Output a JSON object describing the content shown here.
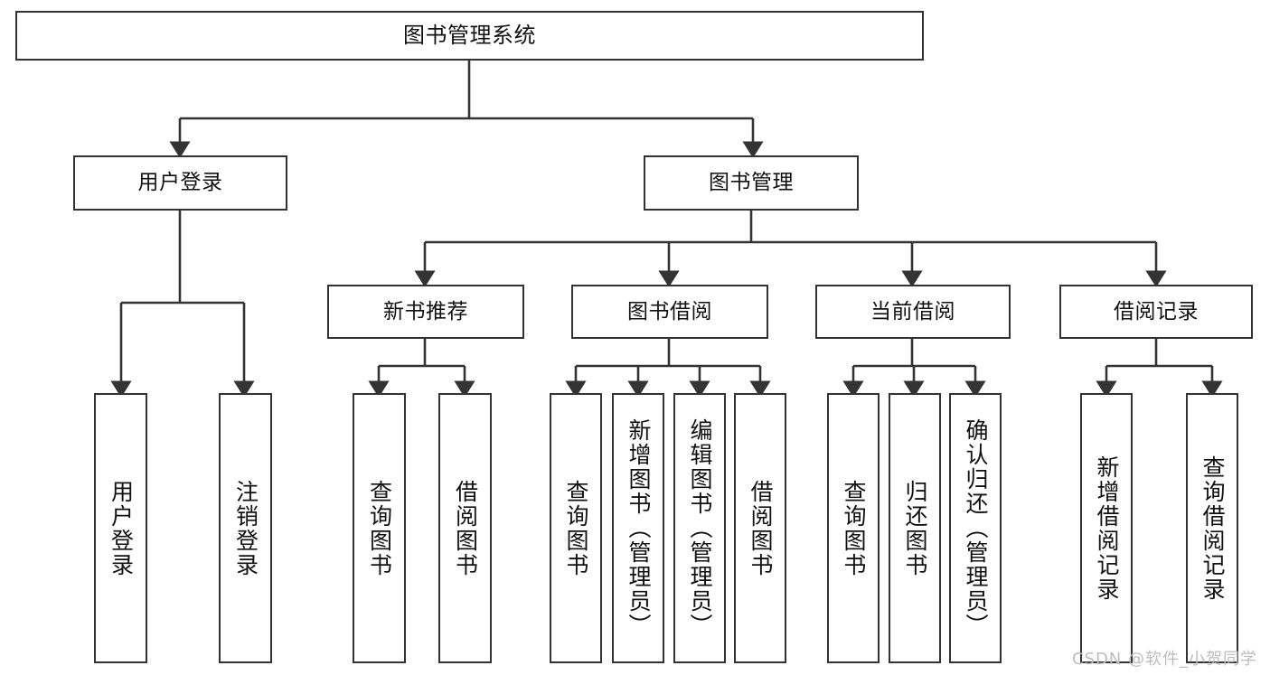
{
  "diagram": {
    "title": "图书管理系统",
    "type": "hierarchy-tree",
    "stroke_color": "#333333",
    "background_color": "#ffffff",
    "root": {
      "id": "root",
      "label": "图书管理系统"
    },
    "level2": [
      {
        "id": "user-login",
        "label": "用户登录"
      },
      {
        "id": "book-manage",
        "label": "图书管理"
      }
    ],
    "level3": [
      {
        "id": "new-book-rec",
        "label": "新书推荐"
      },
      {
        "id": "book-borrow",
        "label": "图书借阅"
      },
      {
        "id": "current-borrow",
        "label": "当前借阅"
      },
      {
        "id": "borrow-record",
        "label": "借阅记录"
      }
    ],
    "leaves": {
      "user_login": [
        {
          "id": "leaf-user-login",
          "label": "用户登录"
        },
        {
          "id": "leaf-logout",
          "label": "注销登录"
        }
      ],
      "new_book_rec": [
        {
          "id": "leaf-query-book-1",
          "label": "查询图书"
        },
        {
          "id": "leaf-borrow-book-1",
          "label": "借阅图书"
        }
      ],
      "book_borrow": [
        {
          "id": "leaf-query-book-2",
          "label": "查询图书"
        },
        {
          "id": "leaf-add-book",
          "label": "新增图书（管理员）"
        },
        {
          "id": "leaf-edit-book",
          "label": "编辑图书（管理员）"
        },
        {
          "id": "leaf-borrow-book-2",
          "label": "借阅图书"
        }
      ],
      "current_borrow": [
        {
          "id": "leaf-query-book-3",
          "label": "查询图书"
        },
        {
          "id": "leaf-return-book",
          "label": "归还图书"
        },
        {
          "id": "leaf-confirm-return",
          "label": "确认归还（管理员）"
        }
      ],
      "borrow_record": [
        {
          "id": "leaf-add-record",
          "label": "新增借阅记录"
        },
        {
          "id": "leaf-query-record",
          "label": "查询借阅记录"
        }
      ]
    }
  },
  "watermark": {
    "text": "CSDN @软件_小贺同学",
    "color": "#bdbdbd"
  }
}
